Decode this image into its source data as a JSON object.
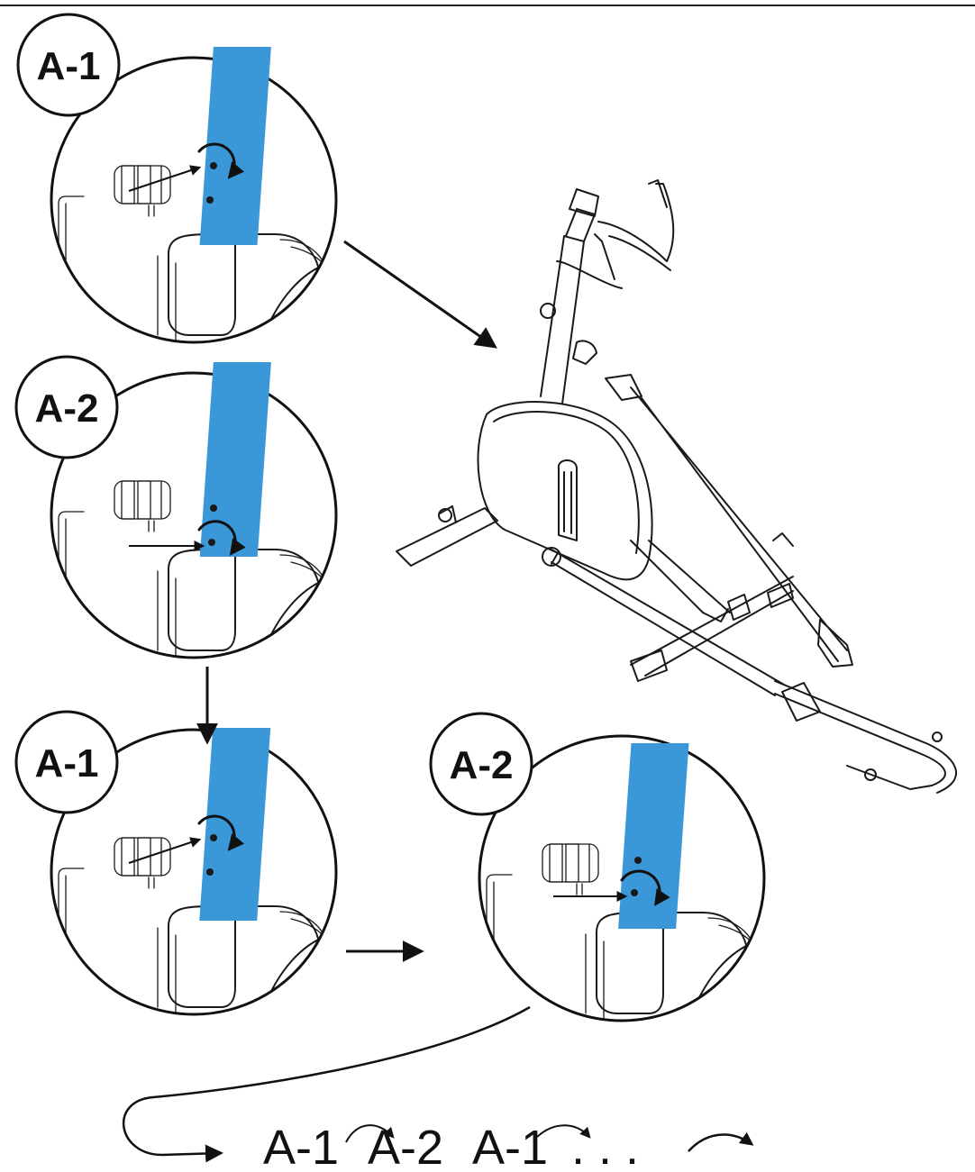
{
  "diagram": {
    "panels": [
      {
        "label": "A-1",
        "variant": "A-1"
      },
      {
        "label": "A-2",
        "variant": "A-2"
      },
      {
        "label": "A-1",
        "variant": "A-1"
      },
      {
        "label": "A-2",
        "variant": "A-2"
      }
    ],
    "sequence": {
      "items": [
        "A-1",
        "A-2",
        "A-1"
      ],
      "ellipsis": ". . ."
    },
    "colors": {
      "tube_blue": "#3a97d8",
      "ink": "#1a1a1a"
    }
  }
}
